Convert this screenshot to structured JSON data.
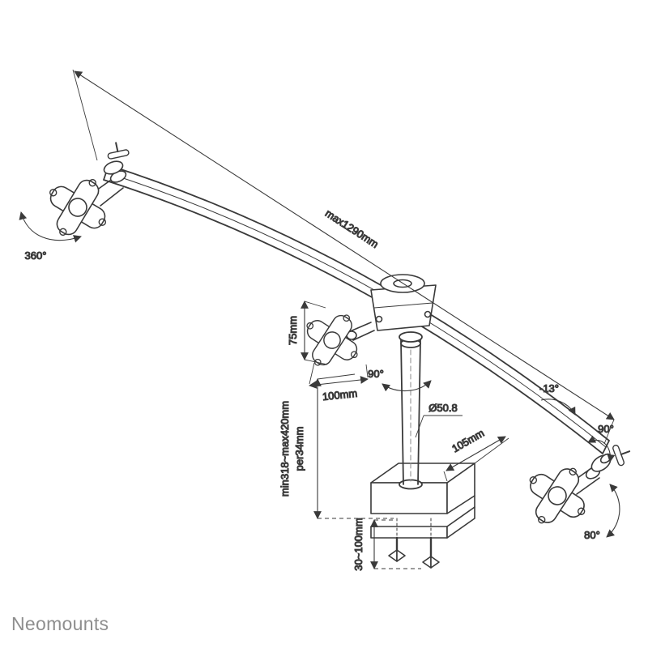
{
  "page": {
    "background_color": "#ffffff"
  },
  "brand": {
    "logo_text": "Neomounts",
    "logo_color": "#8e8e8e"
  },
  "diagram": {
    "line_color": "#3a3a3a",
    "labels": {
      "max_length": "max1290mm",
      "swivel_left": "360°",
      "vesa_height": "75mm",
      "vesa_width": "100mm",
      "pole_rotation": "90°",
      "pole_diameter": "Ø50.8",
      "clamp_depth": "105mm",
      "height_range": "min318~max420mm",
      "height_step": "per34mm",
      "desk_thickness": "30~100mm",
      "tilt_right": "-13°",
      "swivel_right": "90°",
      "rotation_right": "80°"
    }
  }
}
